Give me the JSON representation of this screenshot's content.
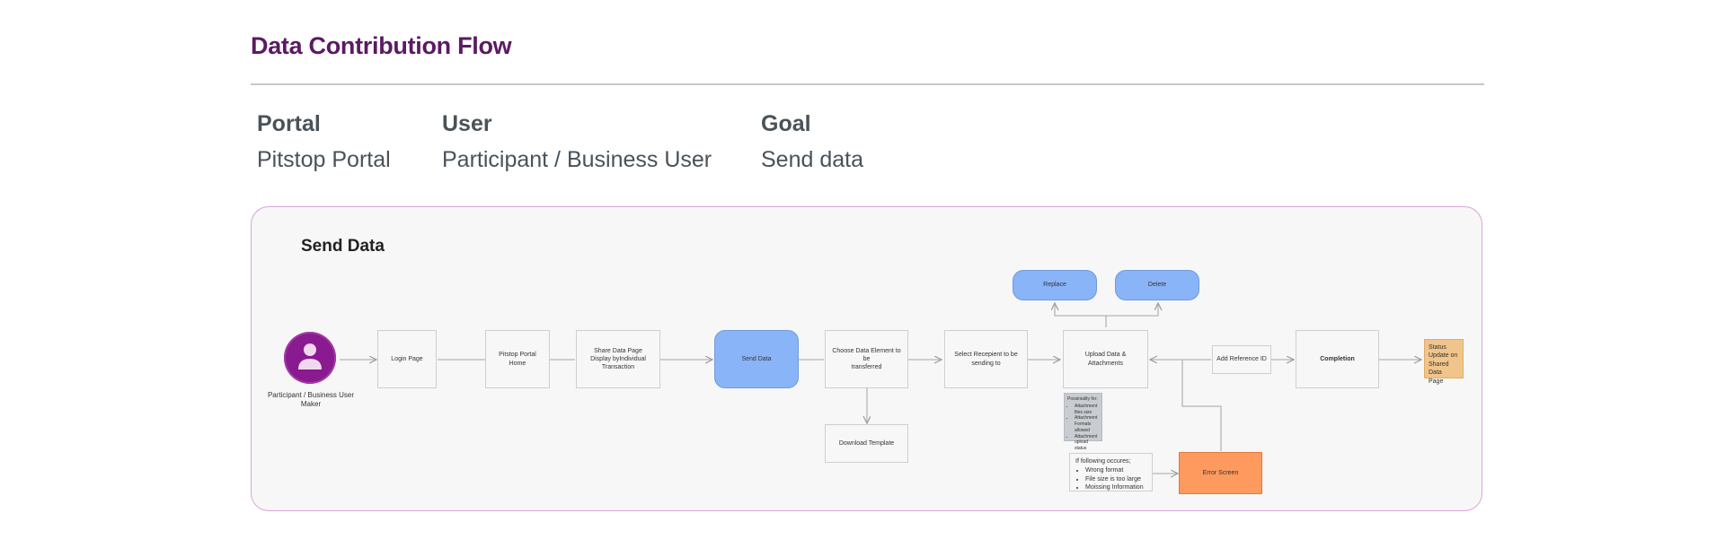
{
  "header": {
    "title": "Data Contribution Flow",
    "columns": [
      {
        "label": "Portal",
        "value": "Pitstop Portal"
      },
      {
        "label": "User",
        "value": "Participant / Business User"
      },
      {
        "label": "Goal",
        "value": "Send data"
      }
    ]
  },
  "diagram": {
    "title": "Send Data",
    "actor": {
      "label_line1": "Participant / Business User",
      "label_line2": "Maker"
    },
    "nodes": {
      "login": "Login Page",
      "home": "Pitstop Portal Home",
      "share_line1": "Share Data Page",
      "share_line2": "Display byIndividual",
      "share_line3": "Transaction",
      "send": "Send Data",
      "choose_line1": "Choose Data Element to be",
      "choose_line2": "transferred",
      "template": "Download Template",
      "recipient_line1": "Select Recepient to be",
      "recipient_line2": "sending to",
      "upload": "Upload Data & Attachments",
      "replace": "Replace",
      "delete": "Delete",
      "reference": "Add Reference ID",
      "completion": "Completion",
      "error": "Error Screen"
    },
    "status_note": {
      "line1": "Status",
      "line2": "Update on",
      "line3": "Shared Data",
      "line4": "Page"
    },
    "upload_note": {
      "heading": "Possiniality for:",
      "items": [
        "Attachment files size",
        "Attachment Formats allowed",
        "Attachment upload status"
      ]
    },
    "error_note": {
      "heading": "If following occures;",
      "items": [
        "Wrong format",
        "File size is too large",
        "Moissing Information"
      ]
    },
    "colors": {
      "accent_purple": "#5b1a63",
      "avatar": "#8a1a8f",
      "highlight_blue": "#8ab4f8",
      "error_orange": "#ff9a5e",
      "note_yellow": "#f0c48a",
      "note_grey": "#c9ccd1",
      "panel_border": "#d9a3d9"
    },
    "icons": [
      "user-icon"
    ]
  }
}
